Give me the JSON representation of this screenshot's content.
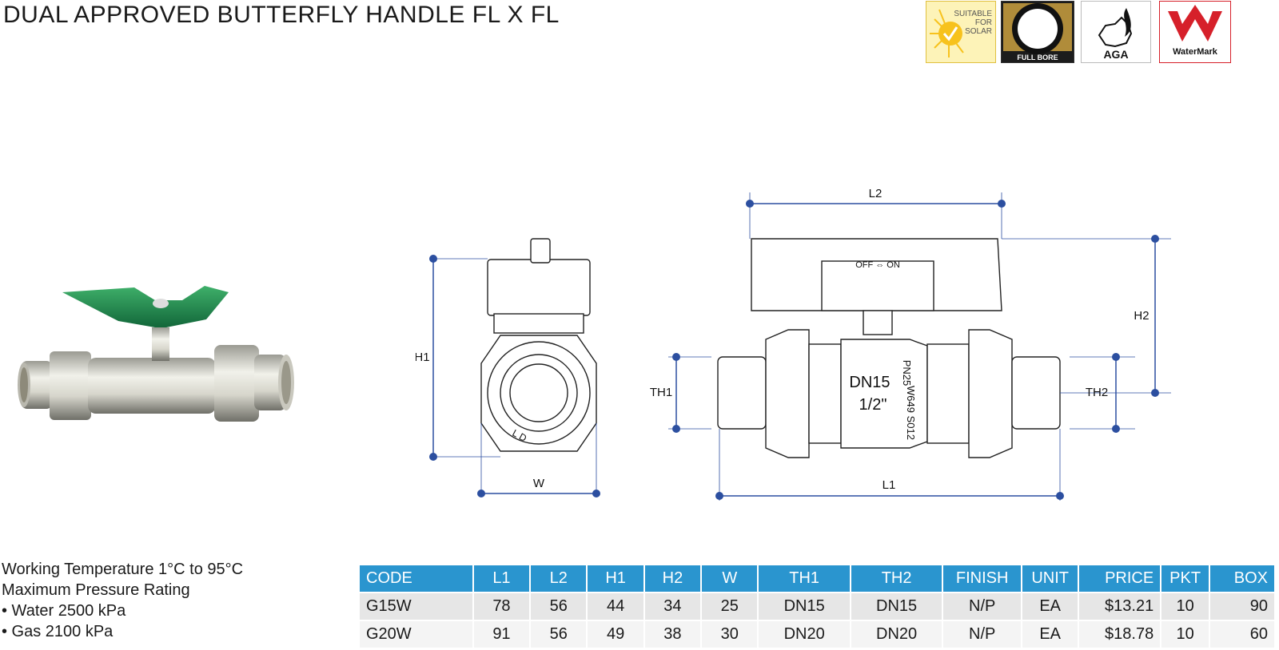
{
  "page": {
    "title": "DUAL APPROVED BUTTERFLY HANDLE FL X FL"
  },
  "badges": {
    "solar": {
      "text_1": "SUITABLE",
      "text_2": "FOR",
      "text_3": "SOLAR"
    },
    "full_bore": {
      "text": "FULL BORE"
    },
    "aga": {
      "text": "AGA"
    },
    "watermark": {
      "text": "WaterMark"
    }
  },
  "drawing": {
    "labels": {
      "l1": "L1",
      "l2": "L2",
      "h1": "H1",
      "h2": "H2",
      "w": "W",
      "th1": "TH1",
      "th2": "TH2"
    },
    "markings": {
      "dn": "DN15",
      "size": "1/2\"",
      "pn": "PN25",
      "w": "W649 S012",
      "ld": "L D",
      "off_on": "OFF ⇔ ON"
    }
  },
  "specs": {
    "line_1": "Working Temperature  1°C to 95°C",
    "line_2": "Maximum Pressure Rating",
    "line_3": " • Water 2500 kPa",
    "line_4": " • Gas 2100 kPa"
  },
  "table": {
    "headers": [
      "CODE",
      "L1",
      "L2",
      "H1",
      "H2",
      "W",
      "TH1",
      "TH2",
      "FINISH",
      "UNIT",
      "PRICE",
      "PKT",
      "BOX"
    ],
    "rows": [
      [
        "G15W",
        "78",
        "56",
        "44",
        "34",
        "25",
        "DN15",
        "DN15",
        "N/P",
        "EA",
        "$13.21",
        "10",
        "90"
      ],
      [
        "G20W",
        "91",
        "56",
        "49",
        "38",
        "30",
        "DN20",
        "DN20",
        "N/P",
        "EA",
        "$18.78",
        "10",
        "60"
      ]
    ]
  },
  "colors": {
    "header_blue": "#2a95cf",
    "dimension_blue": "#2c4fa0",
    "handle_green": "#1f8a4c",
    "watermark_red": "#d6202a",
    "solar_yellow": "#f7c21d"
  }
}
